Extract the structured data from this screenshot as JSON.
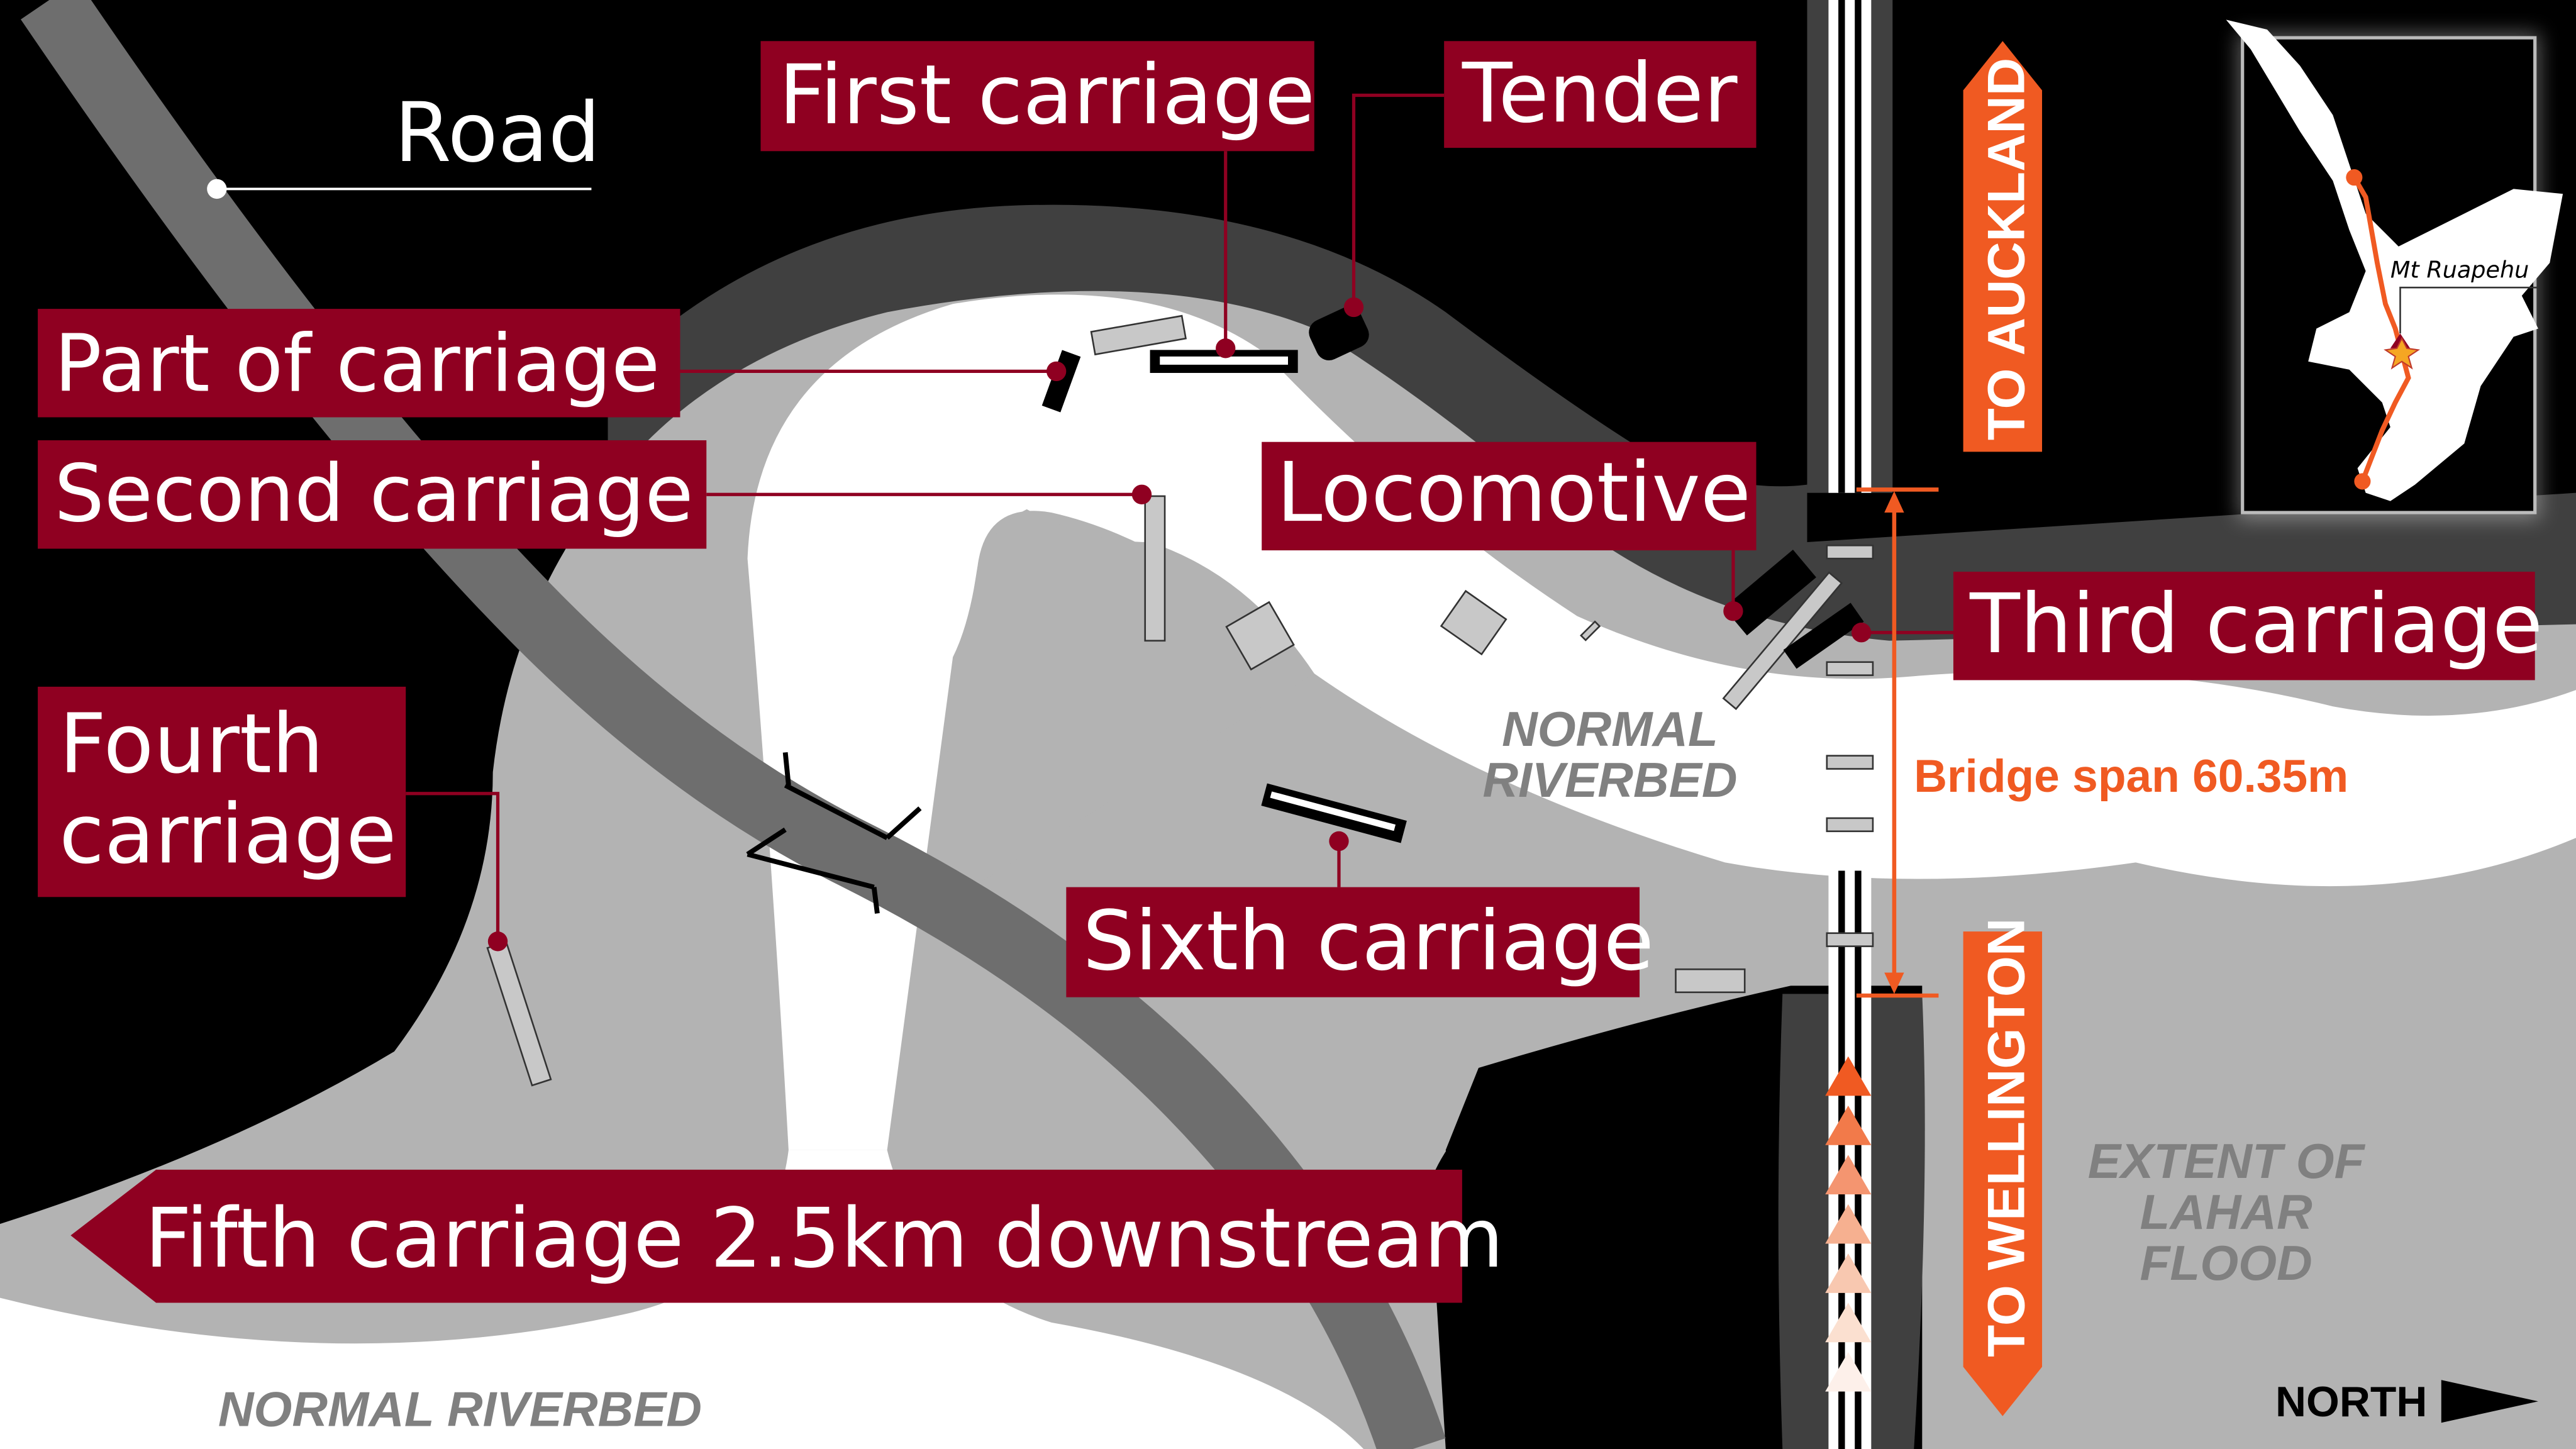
{
  "title_labels": {
    "road": "Road",
    "first_carriage": "First carriage",
    "tender": "Tender",
    "part_of_carriage": "Part of carriage",
    "second_carriage": "Second carriage",
    "locomotive": "Locomotive",
    "third_carriage": "Third carriage",
    "fourth_carriage_line1": "Fourth",
    "fourth_carriage_line2": "carriage",
    "sixth_carriage": "Sixth carriage",
    "fifth_carriage": "Fifth carriage 2.5km downstream"
  },
  "area_labels": {
    "normal_riverbed_center_line1": "NORMAL",
    "normal_riverbed_center_line2": "RIVERBED",
    "normal_riverbed_bottom": "NORMAL RIVERBED",
    "lahar_line1": "EXTENT OF",
    "lahar_line2": "LAHAR",
    "lahar_line3": "FLOOD"
  },
  "directions": {
    "to_auckland": "TO AUCKLAND",
    "to_wellington": "TO WELLINGTON",
    "north": "NORTH"
  },
  "bridge_span": "Bridge span 60.35m",
  "inset_map": {
    "place_label": "Mt Ruapehu"
  },
  "colors": {
    "label_red": "#8f0021",
    "accent_orange": "#f05a22",
    "flood_gray": "#b3b3b3",
    "bank_dark_gray": "#404040",
    "road_gray": "#6e6e6e"
  }
}
